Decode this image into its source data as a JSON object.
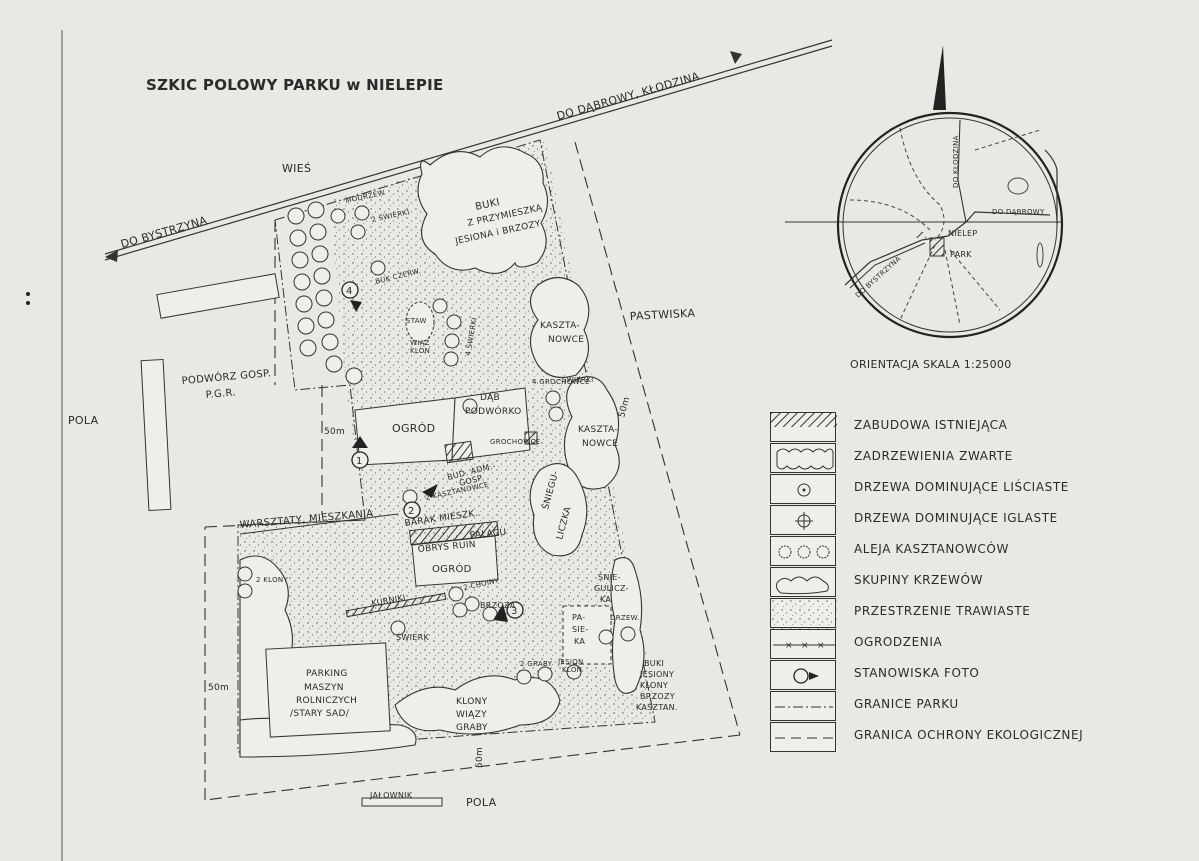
{
  "title": "SZKIC POLOWY PARKU w NIELEPIE",
  "roads": {
    "north": "DO DĄBROWY, KŁODZINA",
    "west": "DO BYSTRZYNA"
  },
  "surroundings": {
    "village": "WIEŚ",
    "fields_west": "POLA",
    "fields_south": "POLA",
    "pasture": "PASTWISKA"
  },
  "areas": {
    "farmyard": [
      "PODWÓRZ GOSP.",
      "P.G.R."
    ],
    "workshops": "WARSZTATY, MIESZKANIA",
    "garden_north": "OGRÓD",
    "oak_yard": [
      "DĄB",
      "PODWÓRKO"
    ],
    "admin_building": [
      "BUD. ADM.-",
      "GOSP."
    ],
    "residential_block": "BARAK MIESZK.",
    "palace_ruin": [
      "OBRYS RUIN",
      "PAŁACU"
    ],
    "garden_south": "OGRÓD",
    "chicken_coop": "KURNIKI",
    "parking": [
      "PARKING",
      "MASZYN",
      "ROLNICZYCH",
      "/STARY SAD/"
    ],
    "juniper": "JAŁOWNIK",
    "apiary": [
      "PA-",
      "SIE-",
      "KA"
    ]
  },
  "vegetation": {
    "beeches_mixed": [
      "BUKI",
      "Z PRZYMIESZKĄ",
      "JESIONA i BRZOZY"
    ],
    "larch": "MODRZEW",
    "spruces_top": "2 ŚWIERKI",
    "red_beech": "BUK CZERW.",
    "pond": "STAW",
    "elm_maple": [
      "WIĄZ",
      "KLON"
    ],
    "spruces_mid": "4 ŚWIERKI",
    "chestnuts_1": [
      "KASZTA-",
      "NOWCE"
    ],
    "chestnuts_2": [
      "KASZTA-",
      "NOWCE"
    ],
    "sophora_1": "4 GROCHOWCE",
    "spruce_small": "ŚWIERKI",
    "sophora_2": "GROCHOWCE",
    "snowberry_1": [
      "ŚNIEGU-",
      "LICZKA"
    ],
    "snowberry_2": [
      "ŚNIE-",
      "GULICZ-",
      "KA"
    ],
    "chestnuts_small": "2 KASZTANOWCE",
    "maples_two": "2 KLONY",
    "sophora_3": "2 CHOINY",
    "birch": "BRZOZA",
    "spruce_single": "ŚWIERK",
    "hornbeams": "2 GRABY",
    "ash_maple": [
      "JESION",
      "KLON"
    ],
    "tree_abbr": "DRZEW.",
    "maples_elms": [
      "KLONY",
      "WIĄZY",
      "GRABY"
    ],
    "beech_group": [
      "BUKI",
      "JESIONY",
      "KLONY",
      "BRZOZY",
      "KASZTAN."
    ]
  },
  "distances": {
    "d1": "50m",
    "d2": "50m",
    "d3": "50m",
    "d4": "50m"
  },
  "photo_stations": [
    "1",
    "2",
    "3",
    "4"
  ],
  "orientation": {
    "caption": "ORIENTACJA  SKALA 1:25000",
    "road_east": "DO DĄBROWY",
    "road_north": "DO KŁODZINA",
    "road_sw": "DO BYSTRZYNA",
    "village": "NIELEP",
    "park": "PARK"
  },
  "legend": [
    {
      "icon": "hatch-icon",
      "label": "ZABUDOWA ISTNIEJĄCA"
    },
    {
      "icon": "tree-cluster-icon",
      "label": "ZADRZEWIENIA ZWARTE"
    },
    {
      "icon": "deciduous-tree-icon",
      "label": "DRZEWA DOMINUJĄCE LIŚCIASTE"
    },
    {
      "icon": "conifer-tree-icon",
      "label": "DRZEWA DOMINUJĄCE IGLASTE"
    },
    {
      "icon": "chestnut-alley-icon",
      "label": "ALEJA KASZTANOWCÓW"
    },
    {
      "icon": "shrub-group-icon",
      "label": "SKUPINY KRZEWÓW"
    },
    {
      "icon": "grass-dots-icon",
      "label": "PRZESTRZENIE TRAWIASTE"
    },
    {
      "icon": "fence-icon",
      "label": "OGRODZENIA"
    },
    {
      "icon": "photo-station-icon",
      "label": "STANOWISKA FOTO"
    },
    {
      "icon": "park-boundary-icon",
      "label": "GRANICE PARKU"
    },
    {
      "icon": "eco-boundary-icon",
      "label": "GRANICA OCHRONY EKOLOGICZNEJ"
    }
  ]
}
